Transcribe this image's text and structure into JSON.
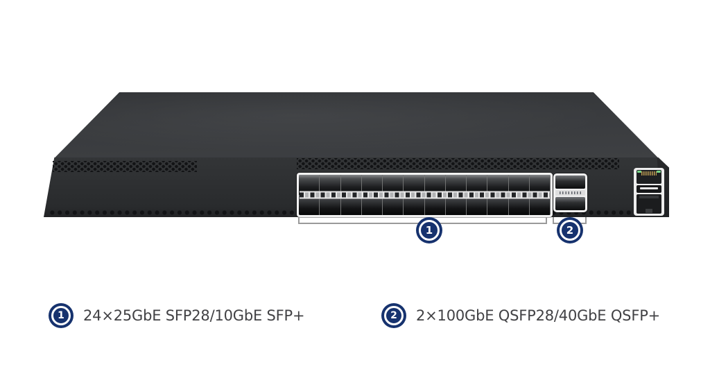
{
  "device": {
    "description": "1U network switch front view",
    "sfp_columns": 12,
    "sfp_rows": 2,
    "qsfp_ports": 2,
    "mgmt_led_count": 2
  },
  "callouts": {
    "sfp_marker": "1",
    "qsfp_marker": "2"
  },
  "legend": {
    "items": [
      {
        "marker": "1",
        "label": "24×25GbE SFP28/10GbE SFP+"
      },
      {
        "marker": "2",
        "label": "2×100GbE QSFP28/40GbE QSFP+"
      }
    ]
  },
  "colors": {
    "navy": "#16326e",
    "label_text": "#414144",
    "chassis_top": "#3a3c3f",
    "chassis_front": "#2c2e30",
    "chassis_side": "#222426",
    "port_frame": "#f1f1f1",
    "led_green": "#79d98b",
    "bracket_gray": "#9a9a9a"
  }
}
